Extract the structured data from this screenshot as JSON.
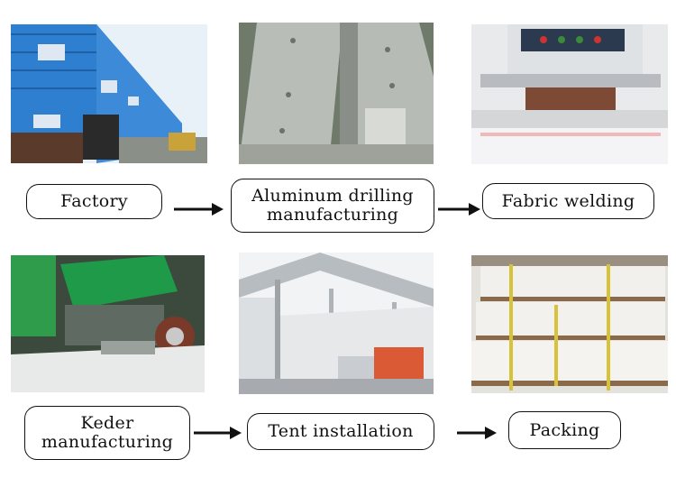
{
  "steps": [
    {
      "label": "Factory",
      "photo": "factory-building"
    },
    {
      "label_lines": [
        "Aluminum drilling",
        "manufacturing"
      ],
      "photo": "aluminum-profiles"
    },
    {
      "label": "Fabric welding",
      "photo": "welding-machine"
    },
    {
      "label_lines": [
        "Keder",
        "manufacturing"
      ],
      "photo": "keder-machine"
    },
    {
      "label": "Tent installation",
      "photo": "tent-frame"
    },
    {
      "label": "Packing",
      "photo": "wrapped-packages"
    }
  ],
  "colors": {
    "arrow": "#111111",
    "border": "#111111",
    "background": "#ffffff"
  }
}
